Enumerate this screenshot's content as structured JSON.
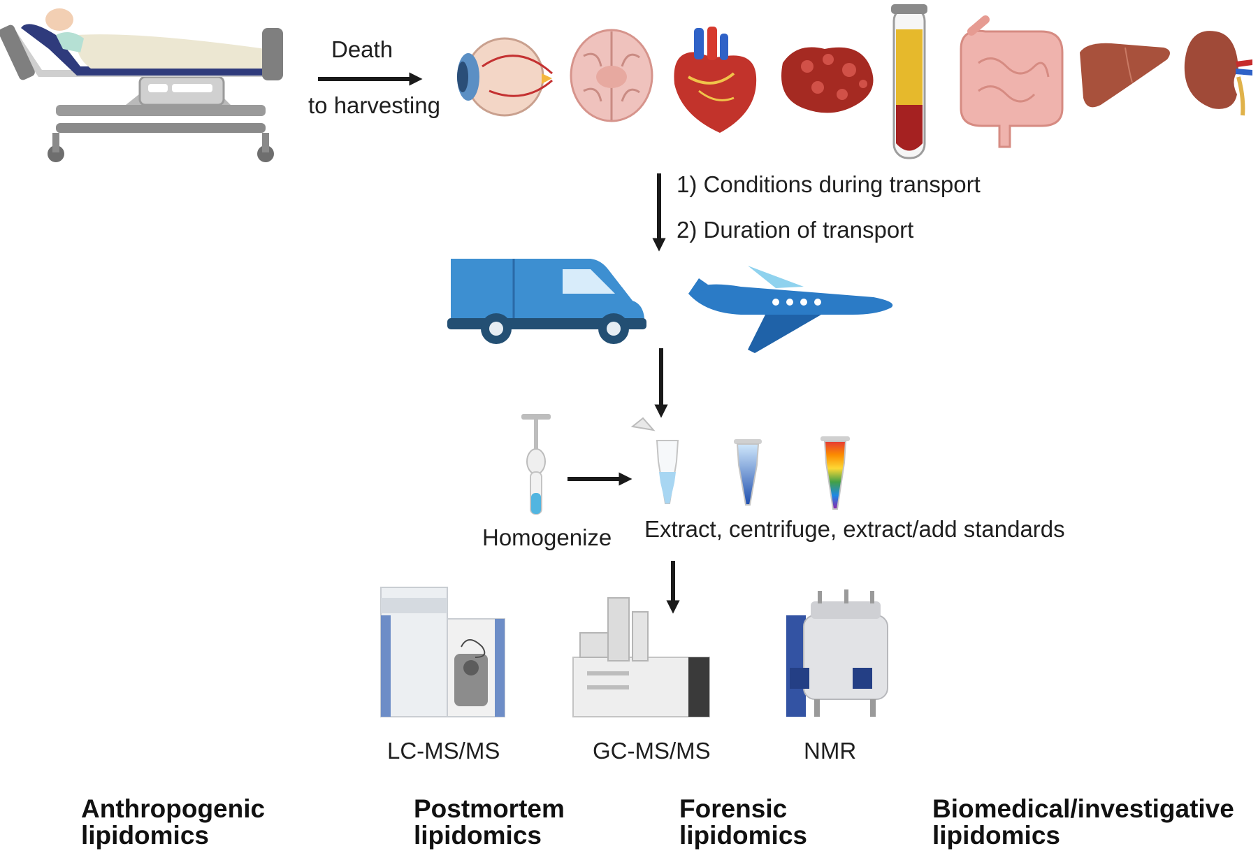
{
  "labels": {
    "death": "Death",
    "to_harvesting": "to harvesting",
    "transport_1": "1) Conditions during transport",
    "transport_2": "2) Duration of transport",
    "homogenize": "Homogenize",
    "extract": "Extract, centrifuge, extract/add standards",
    "lcms": "LC-MS/MS",
    "gcms": "GC-MS/MS",
    "nmr": "NMR"
  },
  "categories": [
    {
      "line1": "Anthropogenic",
      "line2": "lipidomics"
    },
    {
      "line1": "Postmortem",
      "line2": "lipidomics"
    },
    {
      "line1": "Forensic",
      "line2": "lipidomics"
    },
    {
      "line1": "Biomedical/investigative",
      "line2": "lipidomics"
    }
  ],
  "icons": {
    "bed": "hospital-bed-icon",
    "organs": [
      "eye-icon",
      "brain-icon",
      "heart-icon",
      "lung-tissue-icon",
      "blood-tube-icon",
      "intestine-icon",
      "liver-icon",
      "kidney-icon"
    ],
    "transport": [
      "van-icon",
      "airplane-icon"
    ],
    "prep": [
      "homogenizer-icon",
      "open-tube-icon",
      "centrifuged-tube-icon",
      "rainbow-tube-icon"
    ],
    "instruments": [
      "lc-ms-instrument-icon",
      "gc-ms-instrument-icon",
      "nmr-instrument-icon"
    ]
  },
  "colors": {
    "arrow": "#1a1a1a",
    "van": "#3d8fd1",
    "plane": "#2b7bc6",
    "organ_red": "#c2332b",
    "tissue_pink": "#efb3ad",
    "blood": "#a52121",
    "plasma": "#e6b92c"
  }
}
